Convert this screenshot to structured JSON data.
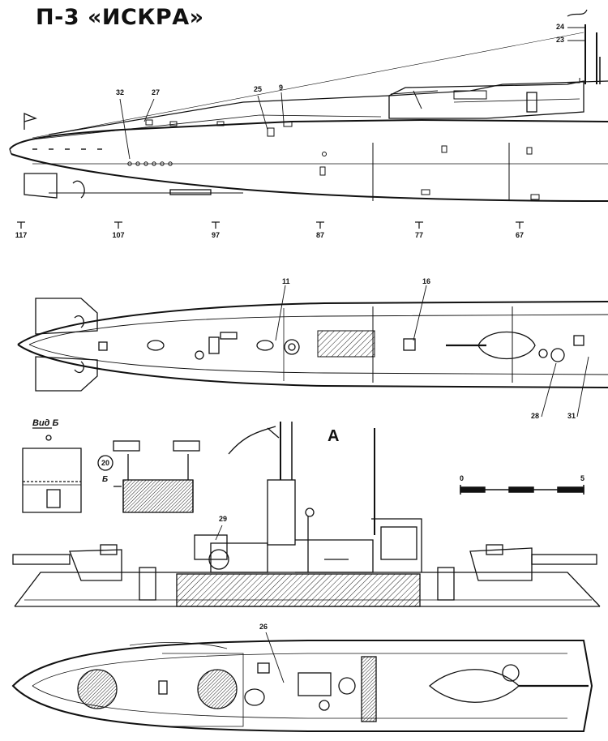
{
  "title": "П-3 «ИСКРА»",
  "frames": [
    "117",
    "107",
    "97",
    "87",
    "77",
    "67"
  ],
  "callouts": {
    "c32": "32",
    "c27": "27",
    "c25": "25",
    "c9": "9",
    "c24": "24",
    "c23": "23",
    "c11": "11",
    "c16": "16",
    "c28": "28",
    "c31": "31",
    "c20": "20",
    "c29": "29",
    "c26": "26"
  },
  "view_b_label": "Вид Б",
  "view_b_mark": "Б",
  "section_label": "А",
  "scale": {
    "start": "0",
    "end": "5"
  }
}
